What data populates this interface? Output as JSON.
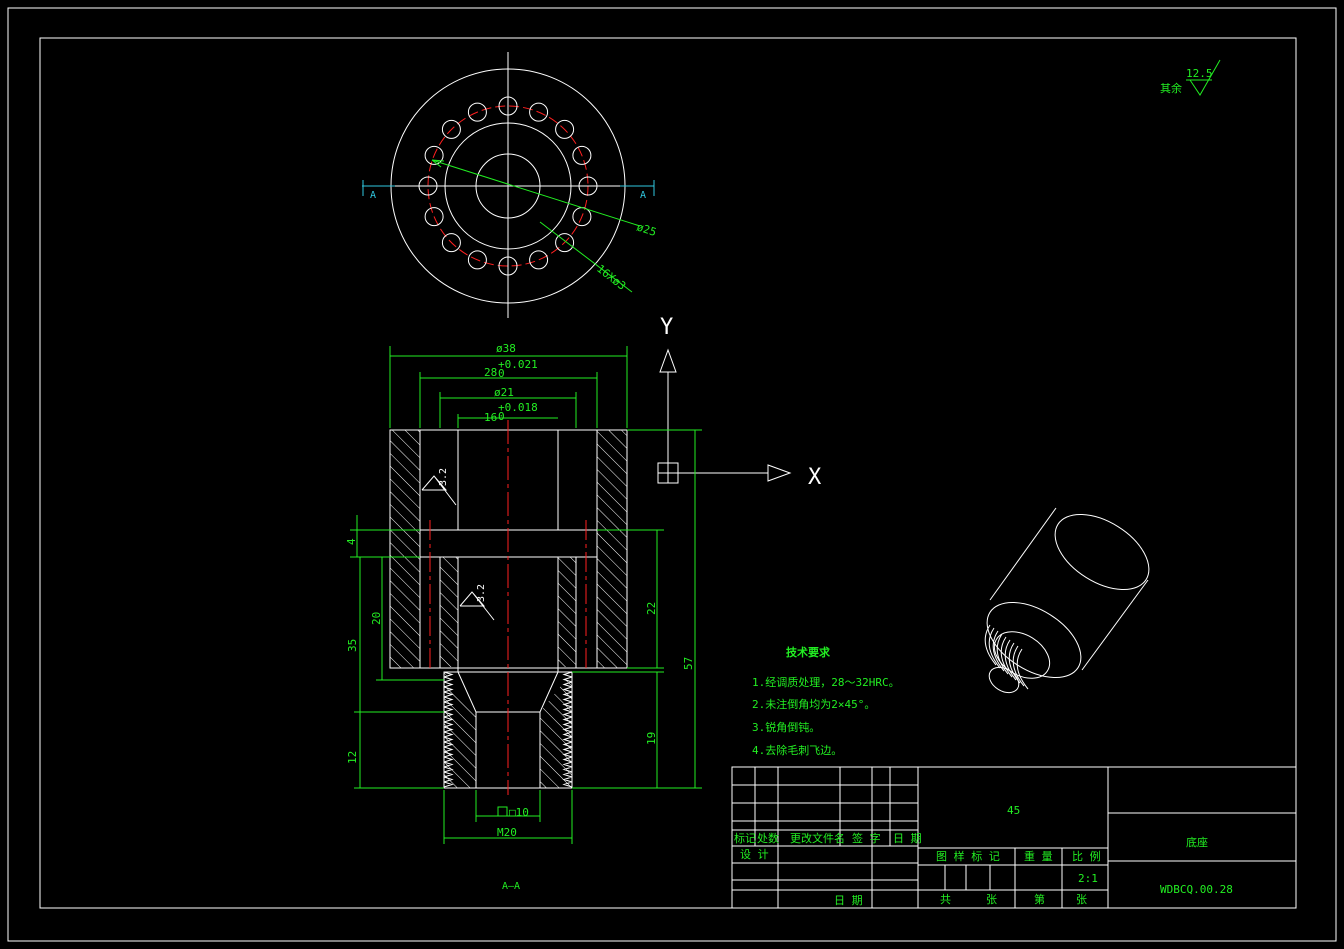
{
  "colors": {
    "background": "#000000",
    "outline": "#ffffff",
    "dimension": "#22ee22",
    "centerline": "#ff2020",
    "section_mark": "#30c8e0"
  },
  "roughness": {
    "prefix": "其余",
    "value": "12.5"
  },
  "top_view": {
    "section_label_left": "A",
    "section_label_right": "A",
    "dim_pcd": "ø25",
    "dim_holes": "16Xø3"
  },
  "axes": {
    "y": "Y",
    "x": "X"
  },
  "section_view": {
    "dim_od": "ø38",
    "dim_bore": "28",
    "dim_bore_tol": "+0.021",
    "dim_bore_tol_low": "0",
    "dim_mid": "ø21",
    "dim_inner": "16",
    "dim_inner_tol": "+0.018",
    "dim_inner_tol_low": "0",
    "rough_1": "3.2",
    "rough_2": "3.2",
    "dim_4": "4",
    "dim_20": "20",
    "dim_35": "35",
    "dim_12": "12",
    "dim_22": "22",
    "dim_57": "57",
    "dim_19": "19",
    "dim_square": "□10",
    "dim_thread": "M20",
    "caption": "A—A"
  },
  "tech_requirements": {
    "title": "技术要求",
    "items": [
      "1.经调质处理，28～32HRC。",
      "2.未注倒角均为2×45°。",
      "3.锐角倒钝。",
      "4.去除毛刺飞边。"
    ]
  },
  "title_block": {
    "material": "45",
    "part_name": "底座",
    "drawing_no": "WDBCQ.00.28",
    "rev_headers": [
      "标记",
      "处数",
      "更改文件名",
      "签 字",
      "日 期"
    ],
    "design": "设 计",
    "date": "日 期",
    "stage_mark": "图 样 标 记",
    "weight": "重 量",
    "scale_label": "比 例",
    "scale": "2:1",
    "sheets_total": "共",
    "sheets_total_unit": "张",
    "sheet_no": "第",
    "sheet_no_unit": "张"
  }
}
